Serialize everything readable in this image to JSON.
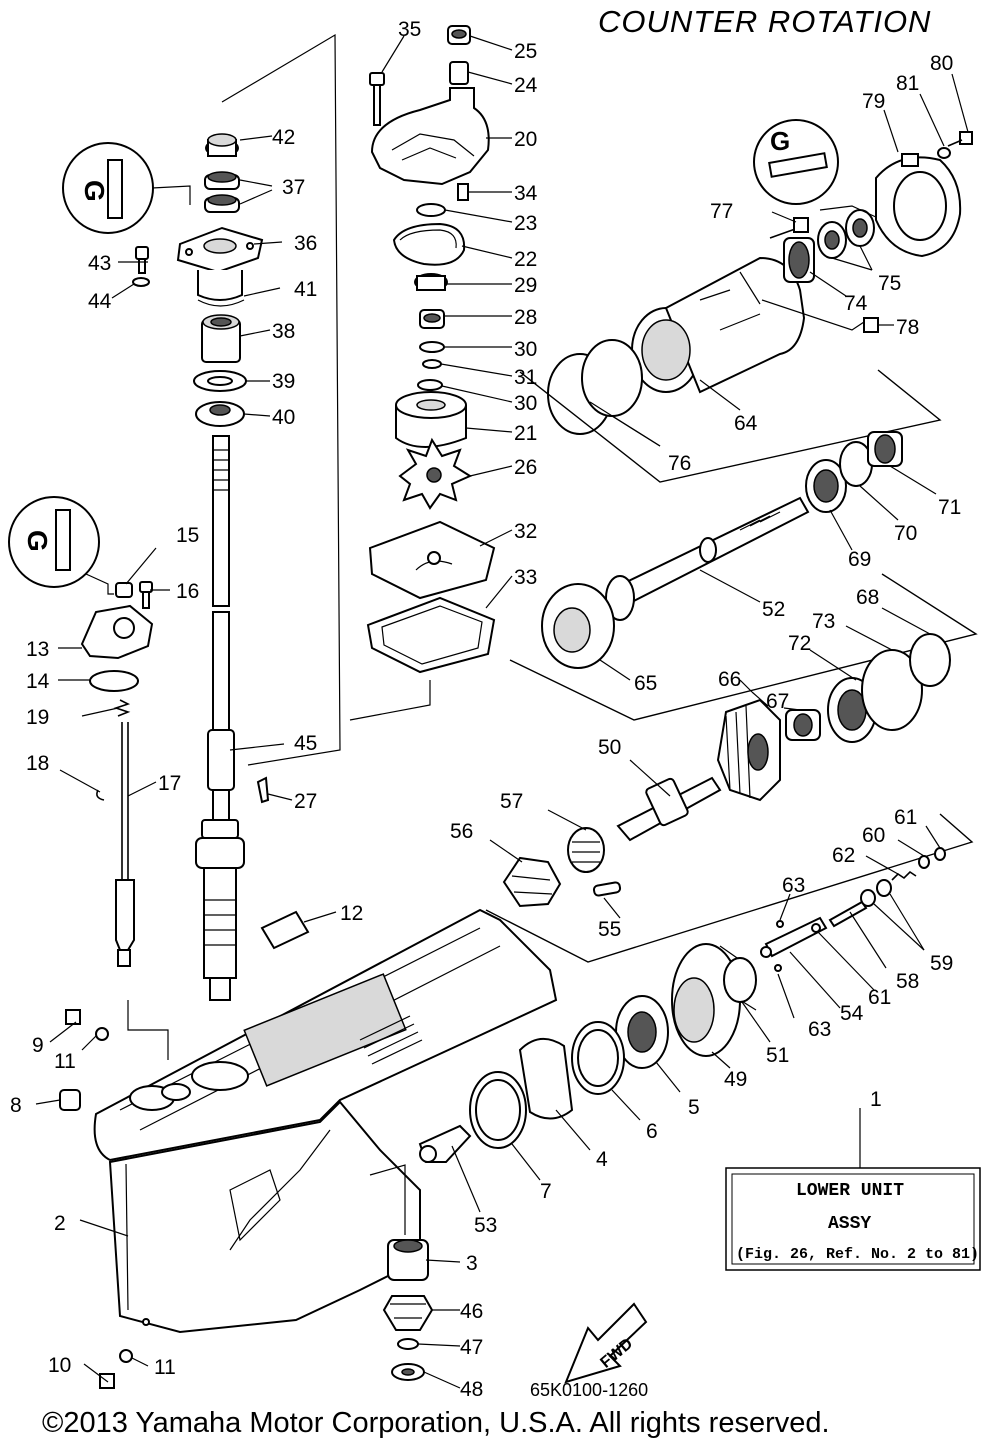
{
  "title": "COUNTER ROTATION",
  "diagram_code": "65K0100-1260",
  "copyright": "©2013 Yamaha Motor Corporation, U.S.A. All rights reserved.",
  "assembly_box": {
    "line1": "LOWER UNIT",
    "line2": "ASSY",
    "line3": "(Fig. 26, Ref. No. 2 to 81)"
  },
  "fwd_label": "FWD",
  "part_labels": {
    "p1": "1",
    "p2": "2",
    "p3": "3",
    "p4": "4",
    "p5": "5",
    "p6": "6",
    "p7": "7",
    "p8": "8",
    "p9": "9",
    "p10": "10",
    "p11a": "11",
    "p11b": "11",
    "p12": "12",
    "p13": "13",
    "p14": "14",
    "p15": "15",
    "p16": "16",
    "p17": "17",
    "p18": "18",
    "p19": "19",
    "p20": "20",
    "p21": "21",
    "p22": "22",
    "p23": "23",
    "p24": "24",
    "p25": "25",
    "p26": "26",
    "p27": "27",
    "p28": "28",
    "p29": "29",
    "p30a": "30",
    "p30b": "30",
    "p31": "31",
    "p32": "32",
    "p33": "33",
    "p34": "34",
    "p35": "35",
    "p36": "36",
    "p37": "37",
    "p38": "38",
    "p39": "39",
    "p40": "40",
    "p41": "41",
    "p42": "42",
    "p43": "43",
    "p44": "44",
    "p45": "45",
    "p46": "46",
    "p47": "47",
    "p48": "48",
    "p49": "49",
    "p50": "50",
    "p51": "51",
    "p52": "52",
    "p53": "53",
    "p54": "54",
    "p55": "55",
    "p56": "56",
    "p57": "57",
    "p58": "58",
    "p59": "59",
    "p60": "60",
    "p61a": "61",
    "p61b": "61",
    "p62": "62",
    "p63a": "63",
    "p63b": "63",
    "p64": "64",
    "p65": "65",
    "p66": "66",
    "p67": "67",
    "p68": "68",
    "p69": "69",
    "p70": "70",
    "p71": "71",
    "p72": "72",
    "p73": "73",
    "p74": "74",
    "p75": "75",
    "p76": "76",
    "p77": "77",
    "p78": "78",
    "p79": "79",
    "p80": "80",
    "p81": "81"
  },
  "icons": [
    "grease-icon",
    "grease-icon",
    "grease-icon",
    "fwd-arrow-icon"
  ]
}
